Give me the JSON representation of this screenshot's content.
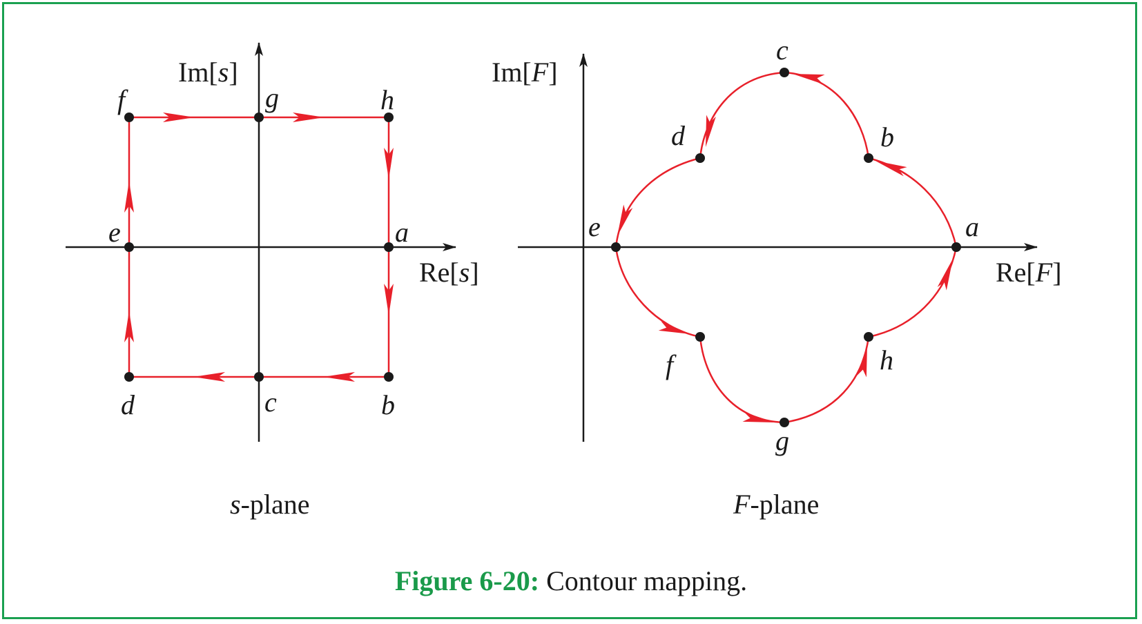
{
  "colors": {
    "frame": "#1aa050",
    "contour": "#e8202a",
    "axis": "#1a1a1a",
    "caption_label": "#1a9a4a"
  },
  "s_plane": {
    "im_axis_prefix": "Im[",
    "im_axis_var": "s",
    "im_axis_suffix": "]",
    "re_axis_prefix": "Re[",
    "re_axis_var": "s",
    "re_axis_suffix": "]",
    "points": {
      "a": "a",
      "b": "b",
      "c": "c",
      "d": "d",
      "e": "e",
      "f": "f",
      "g": "g",
      "h": "h"
    },
    "title_var": "s",
    "title_rest": "-plane"
  },
  "f_plane": {
    "im_axis_prefix": "Im[",
    "im_axis_var": "F",
    "im_axis_suffix": "]",
    "re_axis_prefix": "Re[",
    "re_axis_var": "F",
    "re_axis_suffix": "]",
    "points": {
      "a": "a",
      "b": "b",
      "c": "c",
      "d": "d",
      "e": "e",
      "f": "f",
      "g": "g",
      "h": "h"
    },
    "title_var": "F",
    "title_rest": "-plane"
  },
  "caption": {
    "label": "Figure 6-20:",
    "text": " Contour mapping."
  }
}
